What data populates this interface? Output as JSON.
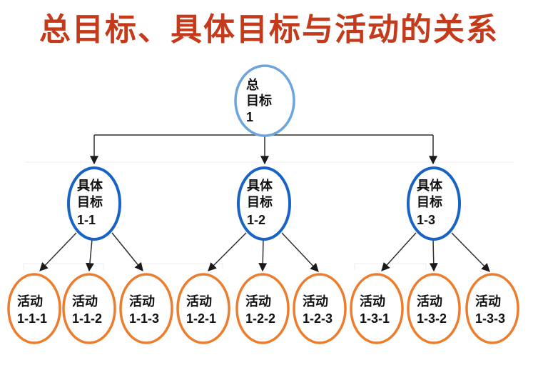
{
  "title": "总目标、具体目标与活动的关系",
  "colors": {
    "title_text": "#C53A1B",
    "root_border": "#6CA4DE",
    "goal_border": "#1A63C6",
    "activity_border": "#EC7D2F",
    "edge": "#2f2f2f",
    "node_text": "#111111",
    "background": "#ffffff"
  },
  "tree": {
    "root": {
      "id": "goal-1",
      "lines": [
        "总",
        "目标",
        "1"
      ]
    },
    "goals": [
      {
        "id": "goal-1-1",
        "lines": [
          "具体",
          "目标",
          "1-1"
        ]
      },
      {
        "id": "goal-1-2",
        "lines": [
          "具体",
          "目标",
          "1-2"
        ]
      },
      {
        "id": "goal-1-3",
        "lines": [
          "具体",
          "目标",
          "1-3"
        ]
      }
    ],
    "activities": [
      {
        "id": "activity-1-1-1",
        "lines": [
          "活动",
          "1-1-1"
        ]
      },
      {
        "id": "activity-1-1-2",
        "lines": [
          "活动",
          "1-1-2"
        ]
      },
      {
        "id": "activity-1-1-3",
        "lines": [
          "活动",
          "1-1-3"
        ]
      },
      {
        "id": "activity-1-2-1",
        "lines": [
          "活动",
          "1-2-1"
        ]
      },
      {
        "id": "activity-1-2-2",
        "lines": [
          "活动",
          "1-2-2"
        ]
      },
      {
        "id": "activity-1-2-3",
        "lines": [
          "活动",
          "1-2-3"
        ]
      },
      {
        "id": "activity-1-3-1",
        "lines": [
          "活动",
          "1-3-1"
        ]
      },
      {
        "id": "activity-1-3-2",
        "lines": [
          "活动",
          "1-3-2"
        ]
      },
      {
        "id": "activity-1-3-3",
        "lines": [
          "活动",
          "1-3-3"
        ]
      }
    ]
  }
}
